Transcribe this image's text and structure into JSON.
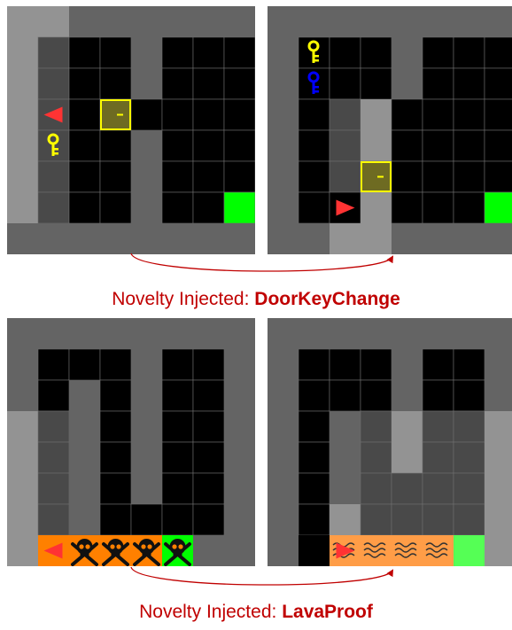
{
  "transitions": [
    {
      "caption_prefix": "Novelty Injected: ",
      "novelty_name": "DoorKeyChange",
      "arrow_color": "#c00000"
    },
    {
      "caption_prefix": "Novelty Injected: ",
      "novelty_name": "LavaProof",
      "arrow_color": "#c00000"
    }
  ],
  "colors": {
    "wall": "#646464",
    "floor": "#000000",
    "visible_floor": "#494949",
    "highlight": "#939393",
    "goal": "#00ff00",
    "goal_light": "#55ff55",
    "lava": "#ff8000",
    "lava_light": "#ff9d47",
    "agent": "#ff3333",
    "door": "#ffff00",
    "key_yellow": "#ffff00",
    "key_blue": "#0000ff"
  },
  "icons": {
    "agent": "agent-triangle-icon",
    "key": "key-icon",
    "door": "door-icon",
    "goal": "goal-square",
    "lava": "lava-tile",
    "skull": "skull-crossbones-icon"
  }
}
